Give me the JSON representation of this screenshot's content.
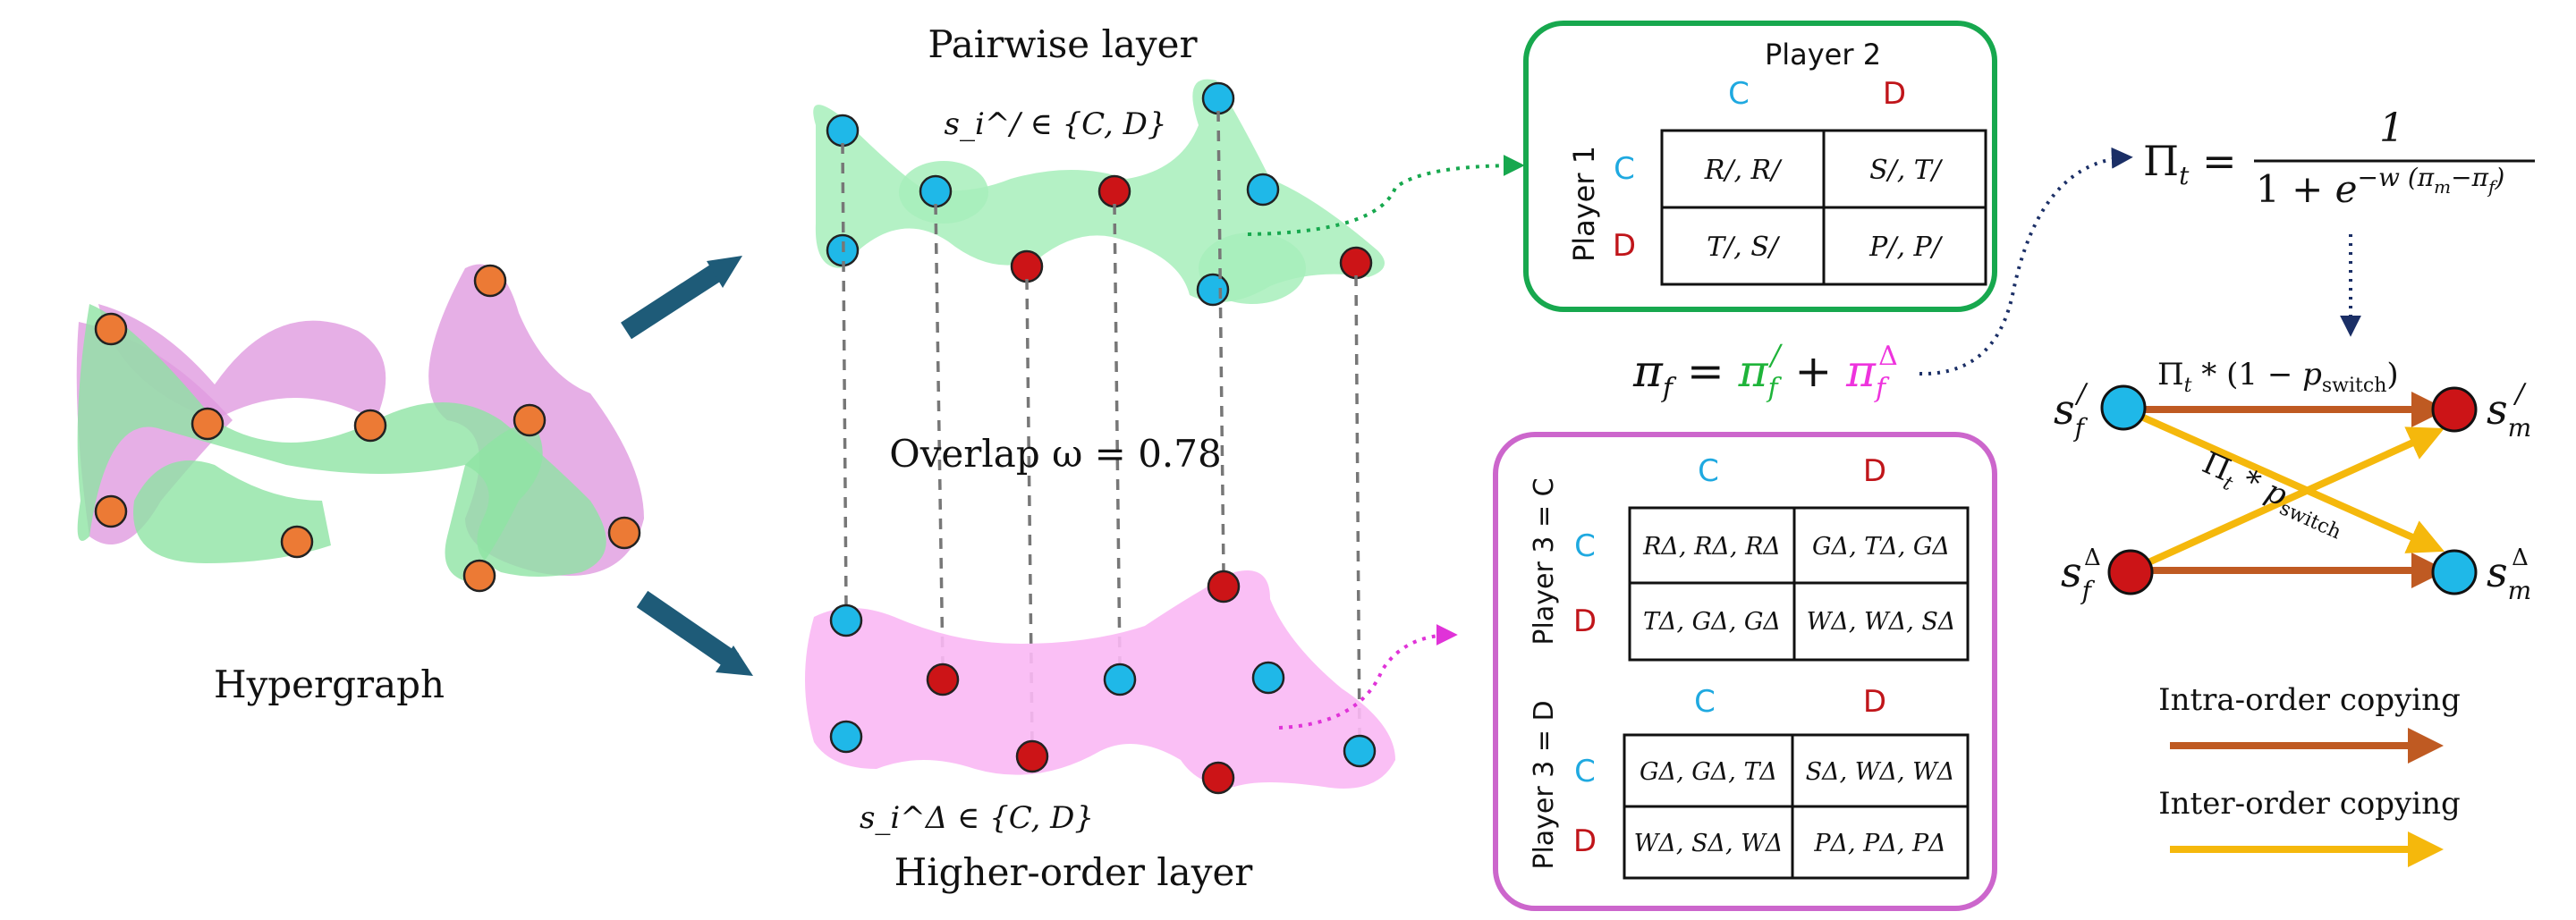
{
  "hypergraph": {
    "label": "Hypergraph"
  },
  "pairwise": {
    "title": "Pairwise layer",
    "strategy_set": "s_i^/ ∈ {C, D}"
  },
  "higher_order": {
    "title": "Higher-order layer",
    "strategy_set": "s_i^Δ ∈ {C, D}"
  },
  "overlap": {
    "label": "Overlap ω = 0.78"
  },
  "pairwise_game": {
    "player2_label": "Player 2",
    "player1_label": "Player 1",
    "col_headers": [
      "C",
      "D"
    ],
    "row_headers": [
      "C",
      "D"
    ],
    "cells": [
      [
        "R/, R/",
        "S/, T/"
      ],
      [
        "T/, S/",
        "P/, P/"
      ]
    ]
  },
  "higher_order_game": {
    "blocks": [
      {
        "player3_label": "Player 3 = C",
        "col_headers": [
          "C",
          "D"
        ],
        "row_headers": [
          "C",
          "D"
        ],
        "cells": [
          [
            "RΔ, RΔ, RΔ",
            "GΔ, TΔ, GΔ"
          ],
          [
            "TΔ, GΔ, GΔ",
            "WΔ, WΔ, SΔ"
          ]
        ]
      },
      {
        "player3_label": "Player 3 = D",
        "col_headers": [
          "C",
          "D"
        ],
        "row_headers": [
          "C",
          "D"
        ],
        "cells": [
          [
            "GΔ, GΔ, TΔ",
            "SΔ, WΔ, WΔ"
          ],
          [
            "WΔ, SΔ, WΔ",
            "PΔ, PΔ, PΔ"
          ]
        ]
      }
    ]
  },
  "payoff_equation": "π_f = π_f^/ + π_f^Δ",
  "fermi_equation": "Π_t = 1 / (1 + e^{−w(π_m − π_f)})",
  "update_diagram": {
    "nodes": [
      "s_f^/",
      "s_m^/",
      "s_f^Δ",
      "s_m^Δ"
    ],
    "top_arrow_label": "Π_t * (1 − p_switch)",
    "cross_arrow_label": "Π_t * p_switch"
  },
  "legend": {
    "intra": "Intra-order copying",
    "inter": "Inter-order copying"
  },
  "colors": {
    "cooperator": "#1fb8e8",
    "defector": "#cc1417",
    "hyper_orange": "#ec7a35",
    "pairwise_green": "#9ae8b0",
    "higher_pink": "#f6a6f0",
    "green_box": "#17a84e",
    "pink_box": "#cc66cc",
    "intra_arrow": "#bf5a22",
    "inter_arrow": "#f5b80c",
    "header_blue": "#1fa9e0",
    "header_red": "#c0151a",
    "big_arrow": "#1e5b78"
  }
}
